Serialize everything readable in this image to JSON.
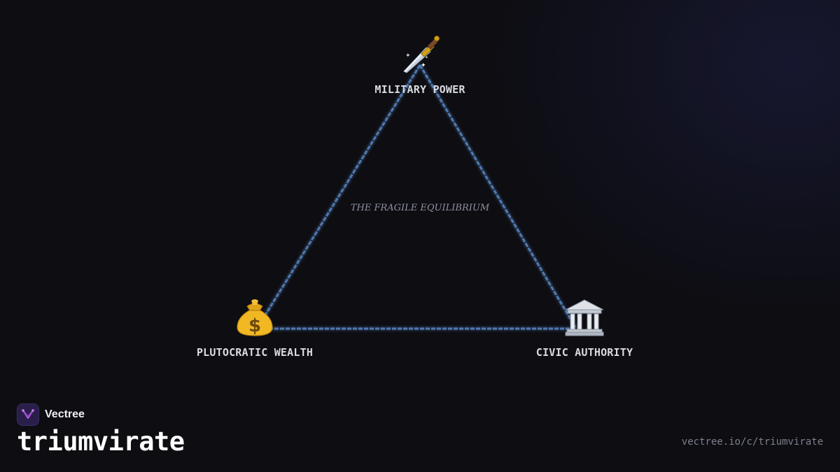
{
  "diagram": {
    "center_label": "THE FRAGILE EQUILIBRIUM",
    "nodes": [
      {
        "id": "military",
        "label": "MILITARY POWER",
        "icon": "dagger-icon"
      },
      {
        "id": "wealth",
        "label": "PLUTOCRATIC WEALTH",
        "icon": "money-bag-icon"
      },
      {
        "id": "civic",
        "label": "CIVIC AUTHORITY",
        "icon": "classical-building-icon"
      }
    ],
    "edges": [
      {
        "from": "military",
        "to": "civic"
      },
      {
        "from": "civic",
        "to": "wealth"
      },
      {
        "from": "wealth",
        "to": "military"
      }
    ],
    "edge_color": "#4f79b0"
  },
  "footer": {
    "brand_name": "Vectree",
    "title": "triumvirate",
    "url": "vectree.io/c/triumvirate"
  },
  "colors": {
    "background": "#0d0d12",
    "brand_logo_bg": "#2a1f4a",
    "brand_logo_accent": "#b35de0"
  }
}
